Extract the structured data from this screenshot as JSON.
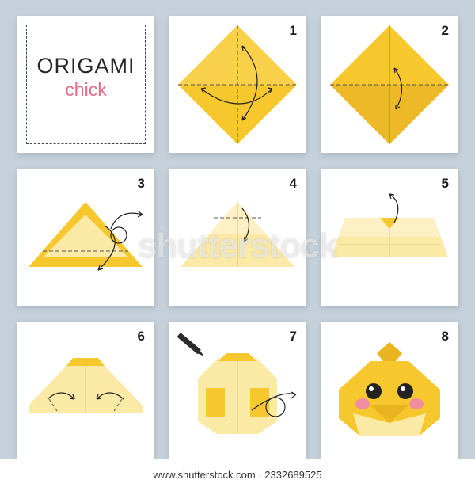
{
  "title": {
    "main": "ORIGAMI",
    "sub": "chick"
  },
  "steps": [
    {
      "number": "1"
    },
    {
      "number": "2"
    },
    {
      "number": "3"
    },
    {
      "number": "4"
    },
    {
      "number": "5"
    },
    {
      "number": "6"
    },
    {
      "number": "7"
    },
    {
      "number": "8"
    }
  ],
  "watermark": "shutterstock",
  "footer": "www.shutterstock.com · 2332689525",
  "colors": {
    "background": "#c5d0da",
    "paper_yellow": "#f7c72e",
    "paper_yellow_dark": "#eab320",
    "paper_cream": "#fbe9a6",
    "paper_cream_light": "#fcf0c4",
    "cheek_pink": "#f08da0",
    "title_pink": "#e46d86"
  }
}
